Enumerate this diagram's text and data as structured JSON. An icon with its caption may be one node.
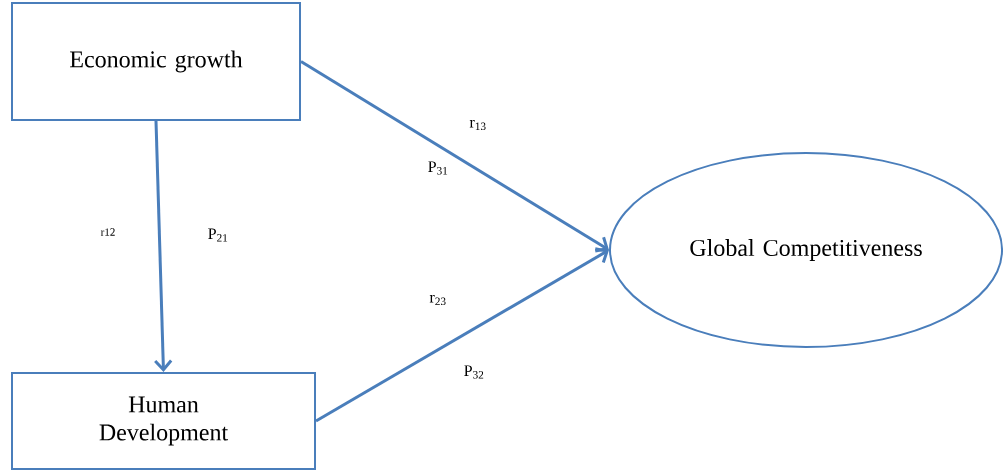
{
  "diagram": {
    "nodes": [
      {
        "text": [
          "Economic growth"
        ]
      },
      {
        "text": [
          "Human Development"
        ]
      },
      {
        "text": [
          "Global Competitiveness"
        ]
      }
    ],
    "edges": [
      {
        "from": 0,
        "to": 1,
        "arrow": "to"
      },
      {
        "from": 0,
        "to": 2,
        "arrow": "to"
      },
      {
        "from": 1,
        "to": 2,
        "arrow": "to"
      }
    ],
    "labels": [
      "r$_{13}$",
      "P$_{31}$",
      "r12",
      "P$_{21}$",
      "r$_{23}$",
      "P$_{32}$"
    ]
  }
}
